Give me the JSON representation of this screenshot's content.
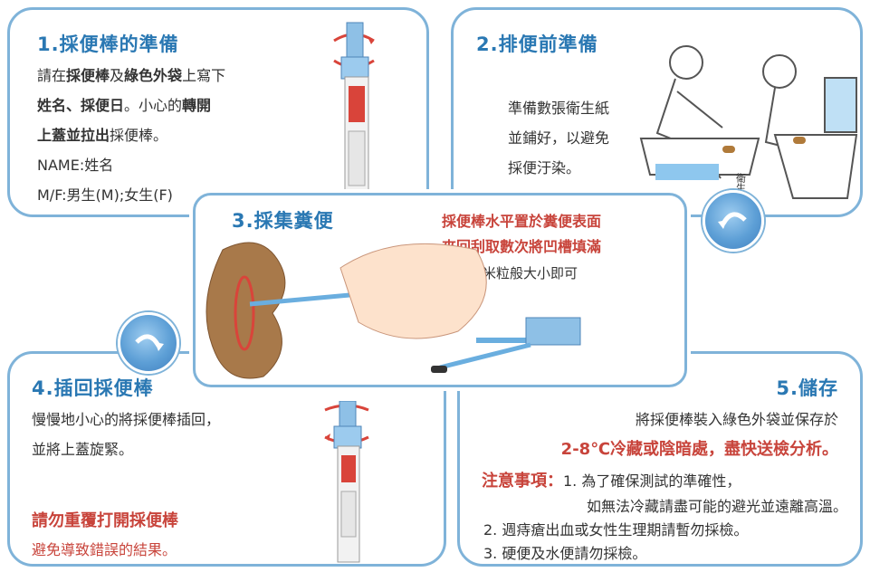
{
  "step1": {
    "title": "1.採便棒的準備",
    "line1a": "請在",
    "line1b": "採便棒",
    "line1c": "及",
    "line1d": "綠色外袋",
    "line1e": "上寫下",
    "line2a": "姓名、採便日",
    "line2b": "。小心的",
    "line2c": "轉開",
    "line3a": "上蓋並拉出",
    "line3b": "採便棒。",
    "line4": "NAME:姓名",
    "line5": "M/F:男生(M);女生(F)"
  },
  "step2": {
    "title": "2.排便前準備",
    "line1": "準備數張衛生紙",
    "line2": "並鋪好，以避免",
    "line3": "採便汙染。",
    "figure_label": "衛生紙"
  },
  "step3": {
    "title": "3.採集糞便",
    "red1": "採便棒水平置於糞便表面",
    "red2": "來回刮取數次將凹槽填滿",
    "note": "至少如米粒般大小即可"
  },
  "step4": {
    "title": "4.插回採便棒",
    "line1": "慢慢地小心的將採便棒插回，",
    "line2": "並將上蓋旋緊。",
    "warn": "請勿重覆打開採便棒",
    "warn_note": "避免導致錯誤的結果。"
  },
  "step5": {
    "title": "5.儲存",
    "line1": "將採便棒裝入綠色外袋並保存於",
    "red": "2-8℃冷藏或陰暗處，盡快送檢分析。",
    "notice_label": "注意事項：",
    "notice1a": "1. 為了確保測試的準確性，",
    "notice1b": "如無法冷藏請盡可能的避光並遠離高溫。",
    "notice2": "2. 週痔瘡出血或女性生理期請暫勿採檢。",
    "notice3": "3. 硬便及水便請勿採檢。"
  },
  "colors": {
    "title_blue": "#2a78b3",
    "border_blue": "#7fb3d9",
    "accent_red": "#c8443b"
  }
}
